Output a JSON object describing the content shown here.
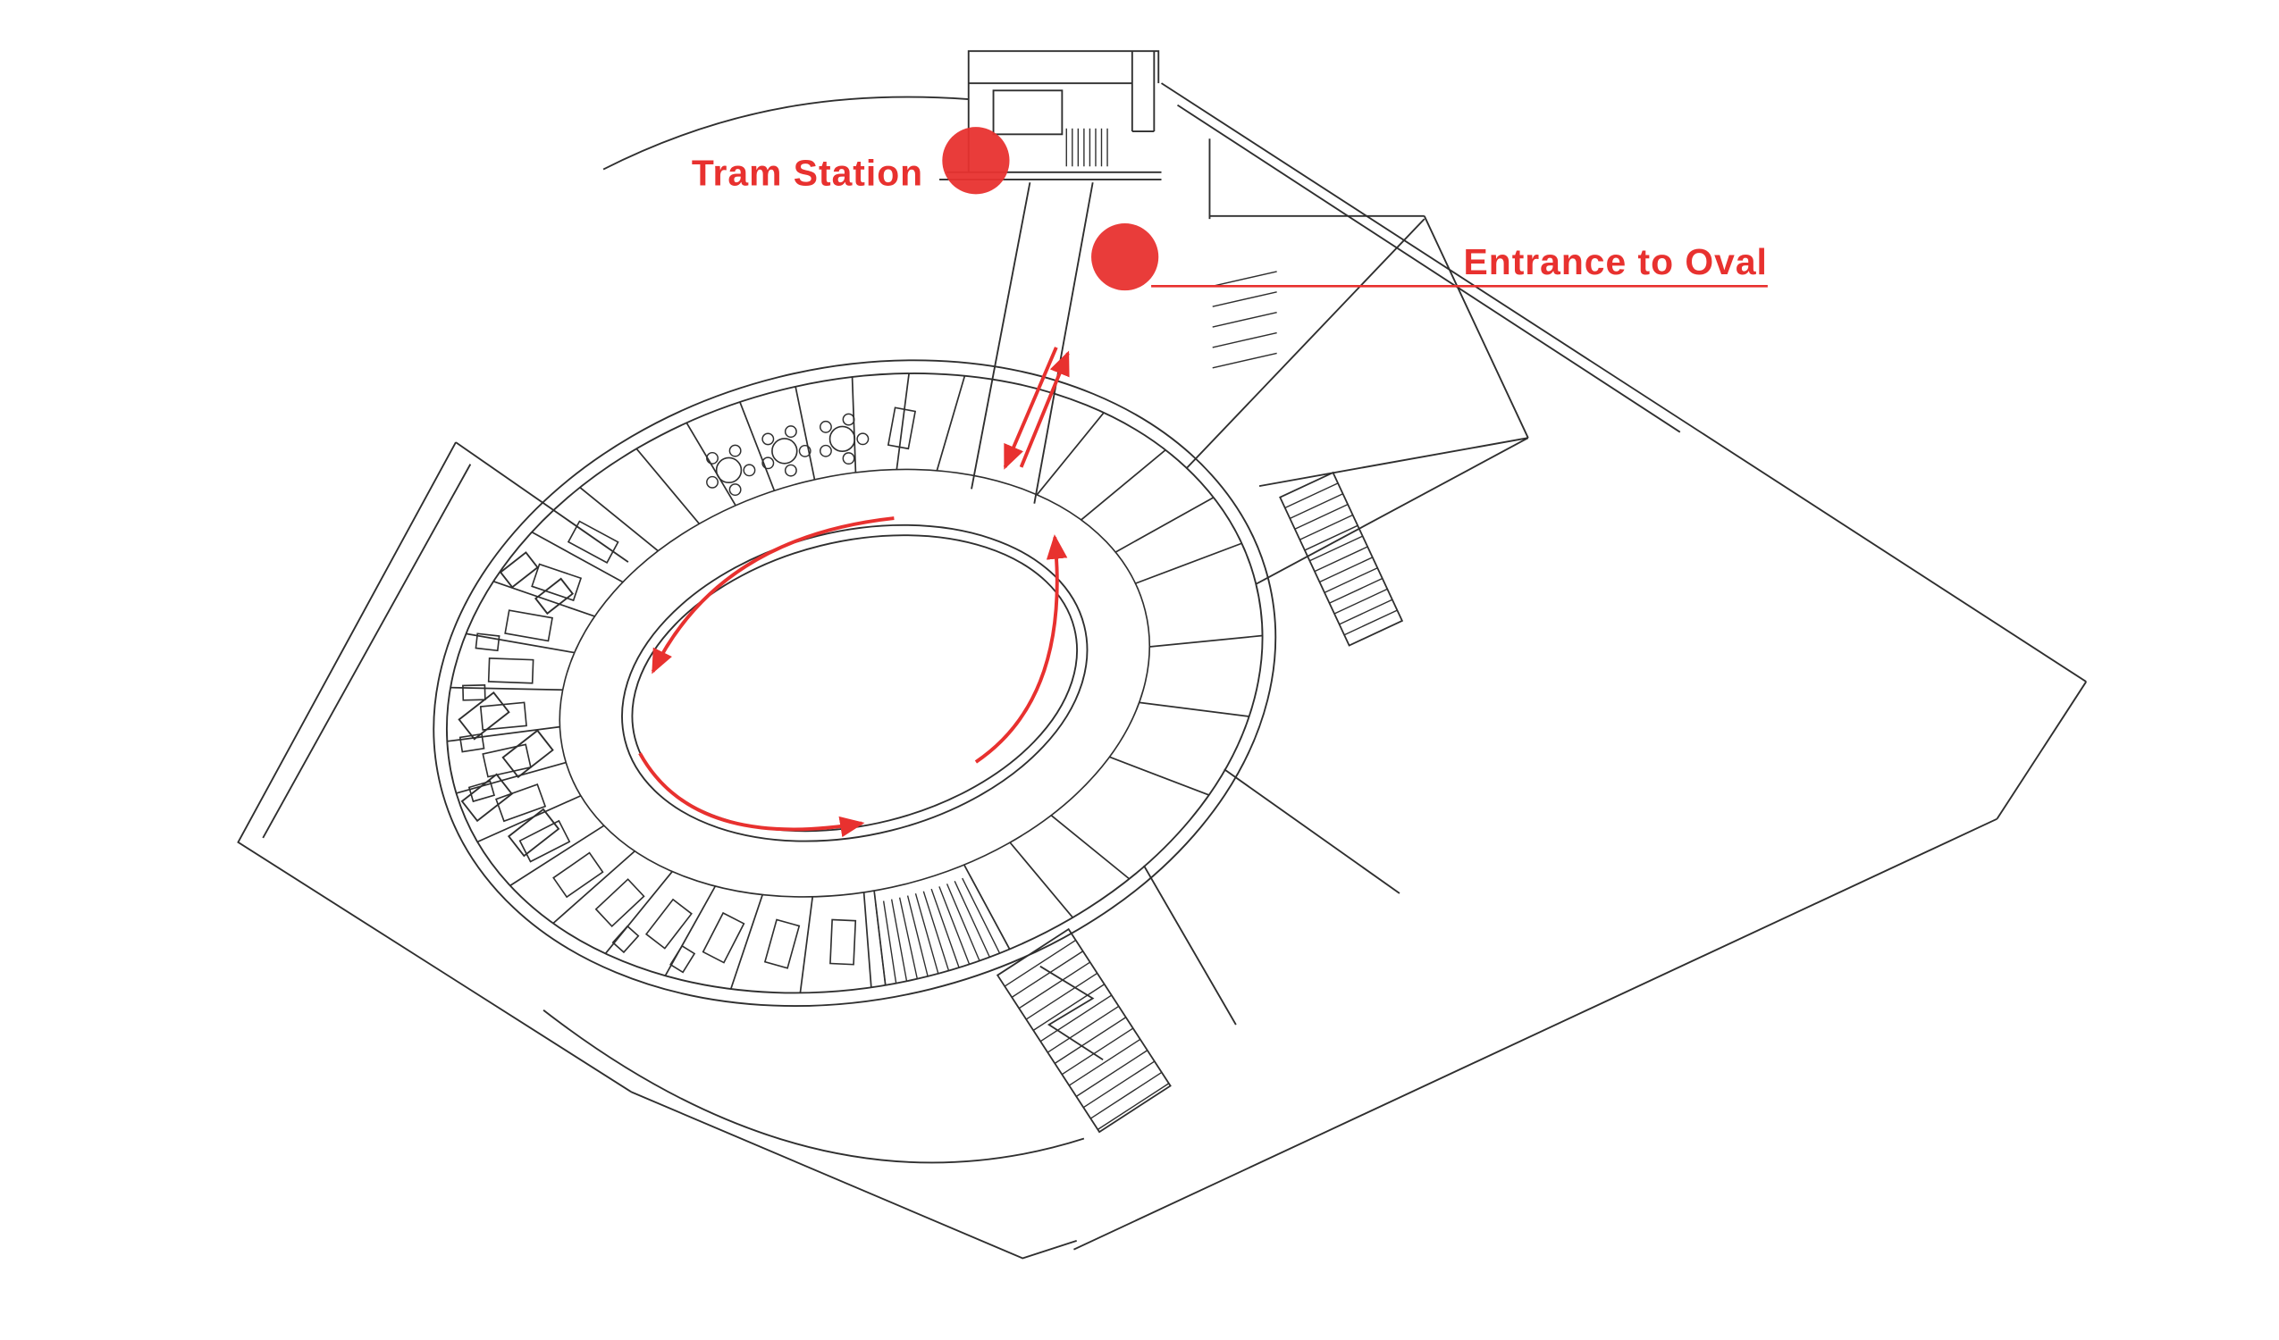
{
  "page": {
    "background": "#ffffff"
  },
  "drawing": {
    "line_color": "#2f2f2f",
    "accent_color": "#e8312f",
    "type": "architectural-floor-plan",
    "features": [
      "oval-building-with-central-courtyard",
      "radial-rooms",
      "tram-station-building",
      "entrance-corridor",
      "staircases",
      "circulation-arrows"
    ]
  },
  "annotations": {
    "tram": {
      "label": "Tram Station"
    },
    "entrance": {
      "label": "Entrance to Oval"
    }
  }
}
